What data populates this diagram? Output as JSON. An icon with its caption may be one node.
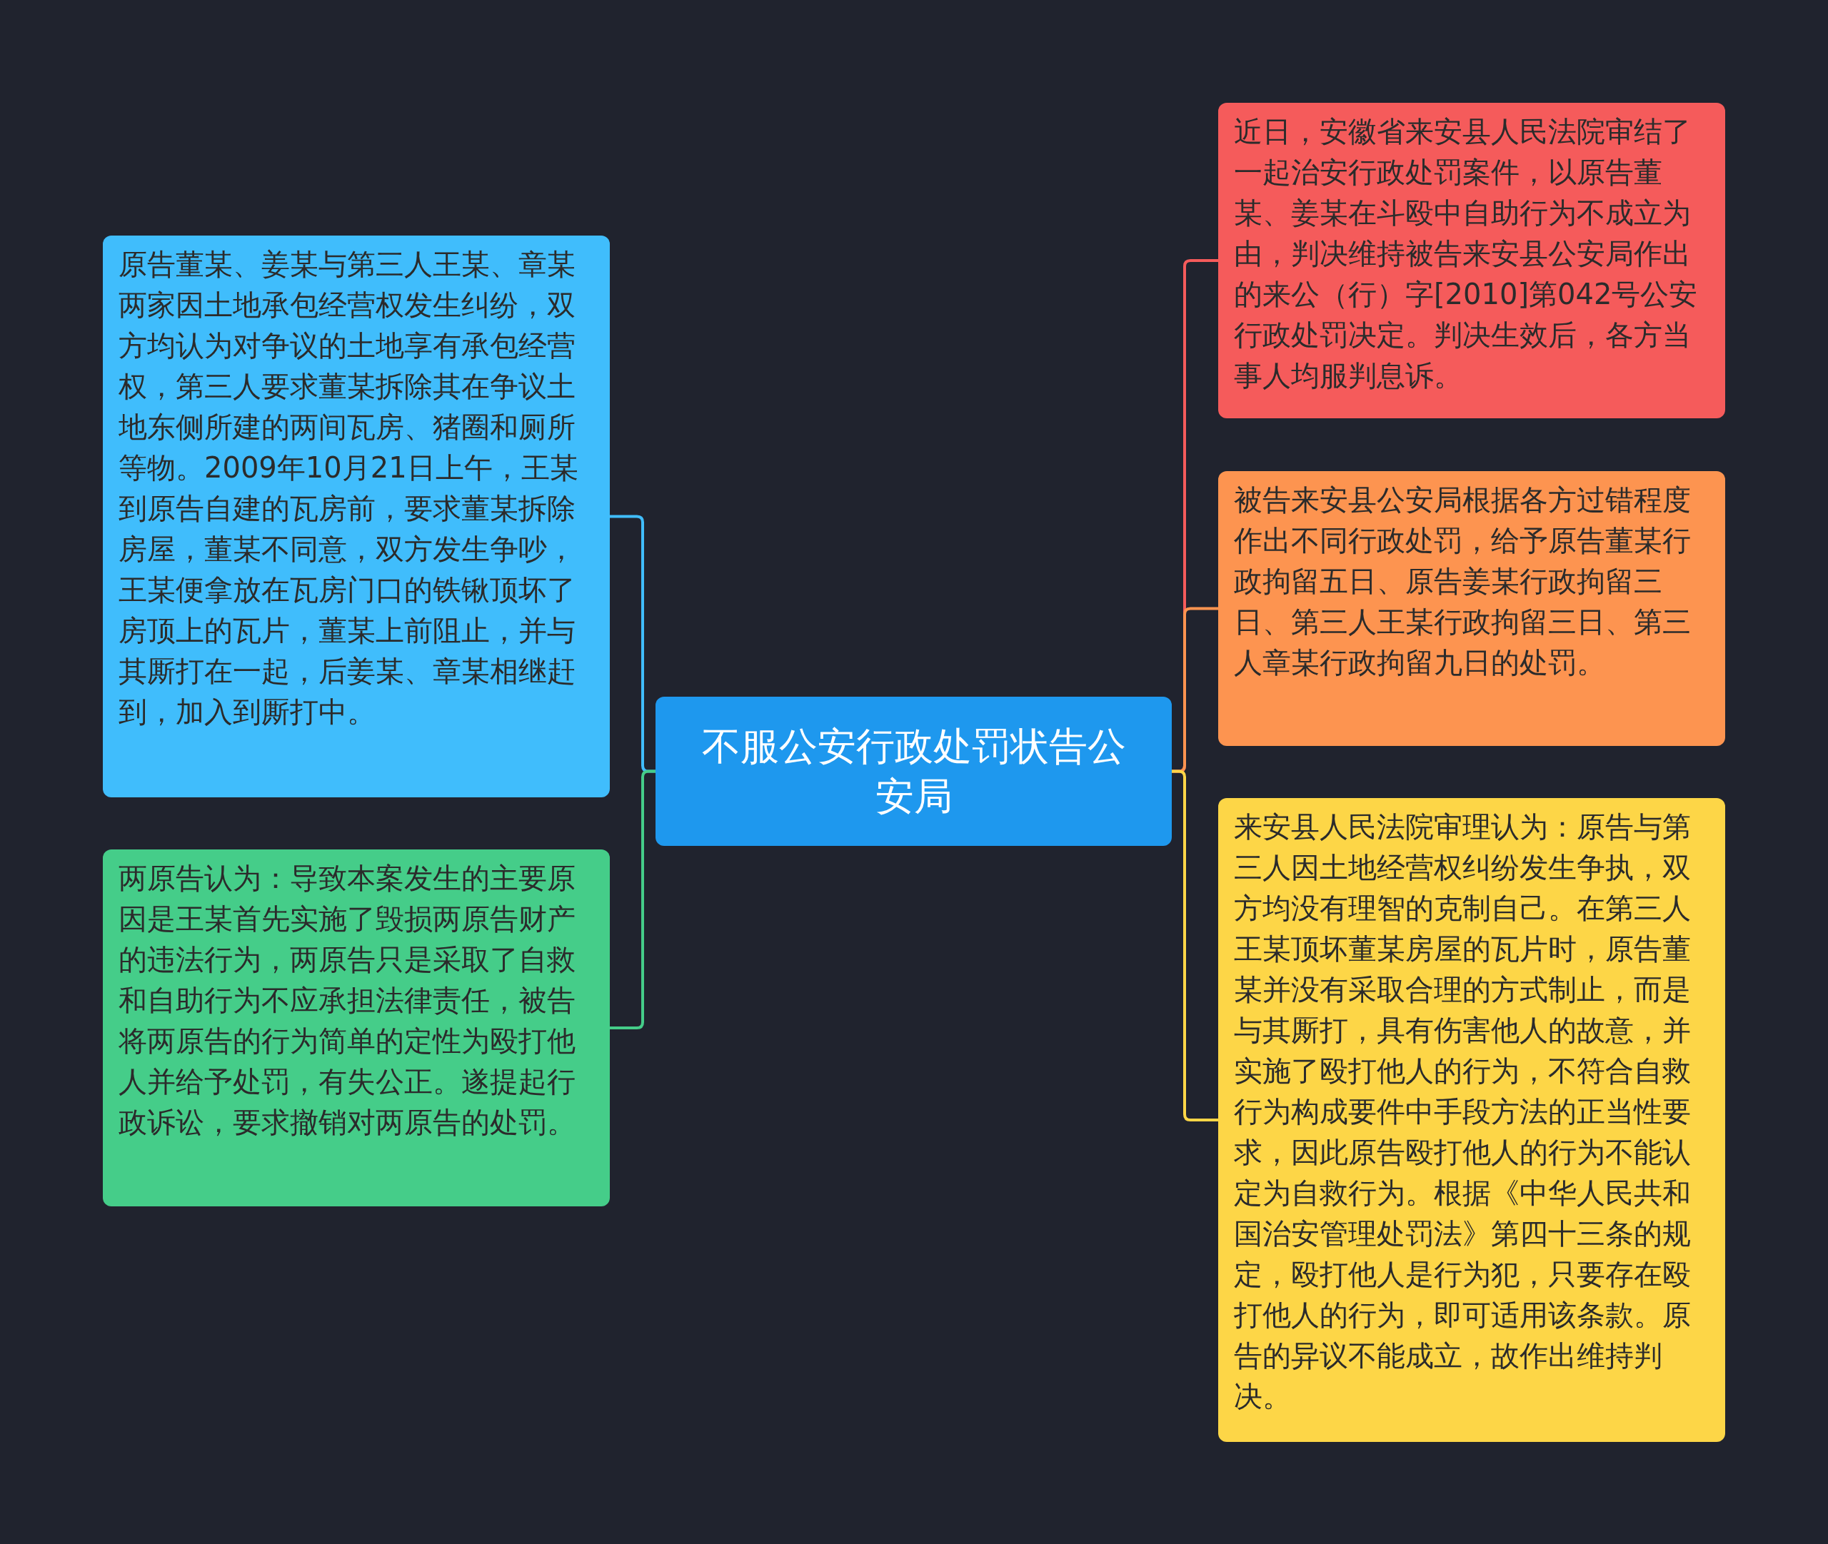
{
  "diagram": {
    "nodes": [
      {
        "text": [
          "不服公安行政处罚状告公安局"
        ]
      },
      {
        "text": [
          "原告董某、姜某与第三人王某、章某两家因土地承包经营权发生纠纷，双方均认为对争议的土地享有承包经营权，第三人要求董某拆除其在争议土地东侧所建的两间瓦房、猪圈和厕所等物。2009年10月21日上午，王某到原告自建的瓦房前，要求董某拆除房屋，董某不同意，双方发生争吵，王某便拿放在瓦房门口的铁锹顶坏了房顶上的瓦片，董某上前阻止，并与其厮打在一起，后姜某、章某相继赶到，加入到厮打中。"
        ]
      },
      {
        "text": [
          "两原告认为：导致本案发生的主要原因是王某首先实施了毁损两原告财产的违法行为，两原告只是采取了自救和自助行为不应承担法律责任，被告将两原告的行为简单的定性为殴打他人并给予处罚，有失公正。遂提起行政诉讼，要求撤销对两原告的处罚。"
        ]
      },
      {
        "text": [
          "近日，安徽省来安县人民法院审结了一起治安行政处罚案件，以原告董某、姜某在斗殴中自助行为不成立为由，判决维持被告来安县公安局作出的来公（行）字[2010]第042号公安行政处罚决定。判决生效后，各方当事人均服判息诉。"
        ]
      },
      {
        "text": [
          "被告来安县公安局根据各方过错程度作出不同行政处罚，给予原告董某行政拘留五日、原告姜某行政拘留三日、第三人王某行政拘留三日、第三人章某行政拘留九日的处罚。"
        ]
      },
      {
        "text": [
          "来安县人民法院审理认为：原告与第三人因土地经营权纠纷发生争执，双方均没有理智的克制自己。在第三人王某顶坏董某房屋的瓦片时，原告董某并没有采取合理的方式制止，而是与其厮打，具有伤害他人的故意，并实施了殴打他人的行为，不符合自救行为构成要件中手段方法的正当性要求，因此原告殴打他人的行为不能认定为自救行为。根据《中华人民共和国治安管理处罚法》第四十三条的规定，殴打他人是行为犯，只要存在殴打他人的行为，即可适用该条款。原告的异议不能成立，故作出维持判决。"
        ]
      }
    ],
    "edges": [
      {
        "from": 0,
        "to": 1,
        "arrow": "none",
        "color": "#40bdfc"
      },
      {
        "from": 0,
        "to": 2,
        "arrow": "none",
        "color": "#45cd89"
      },
      {
        "from": 0,
        "to": 3,
        "arrow": "none",
        "color": "#f55b5b"
      },
      {
        "from": 0,
        "to": 4,
        "arrow": "none",
        "color": "#fd9450"
      },
      {
        "from": 0,
        "to": 5,
        "arrow": "none",
        "color": "#fdd647"
      }
    ]
  }
}
